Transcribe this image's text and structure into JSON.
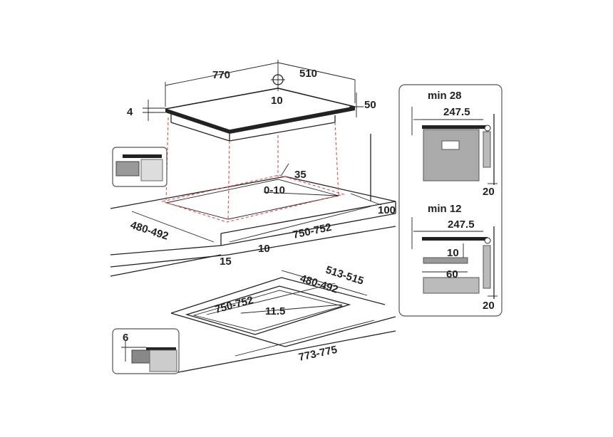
{
  "diagram": {
    "top_view": {
      "width": "770",
      "depth": "510",
      "hole": "10",
      "thickness": "4",
      "height": "50"
    },
    "cutout_standard": {
      "side_gap": "35",
      "offset": "0-10",
      "edge": "100",
      "depth": "480-492",
      "width": "750-752",
      "front_min": "15",
      "front_gap": "10"
    },
    "cutout_flush": {
      "outer_depth": "513-515",
      "inner_depth": "480-492",
      "inner_width": "750-752",
      "radius": "11.5",
      "outer_width": "773-775",
      "step": "6"
    },
    "side_panel": {
      "top": {
        "min_label": "min 28",
        "gap": "247.5",
        "wall": "20"
      },
      "bottom": {
        "min_label": "min 12",
        "gap": "247.5",
        "shelf": "10",
        "clearance": "60",
        "wall": "20"
      }
    }
  }
}
